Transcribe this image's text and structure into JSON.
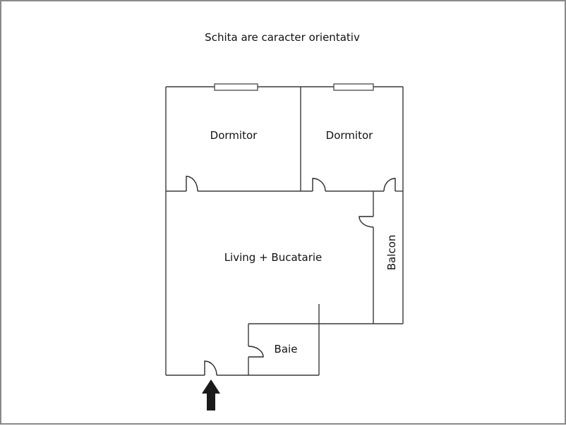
{
  "title": "Schita are caracter orientativ",
  "rooms": {
    "bedroom_left": "Dormitor",
    "bedroom_right": "Dormitor",
    "living": "Living + Bucatarie",
    "balcony": "Balcon",
    "bathroom": "Baie"
  },
  "icons": {
    "entrance": "arrow-up-icon"
  },
  "colors": {
    "background": "#ffffff",
    "frame": "#8a8a8a",
    "walls": "#3a3a3a",
    "arrow": "#1a1a1a"
  }
}
